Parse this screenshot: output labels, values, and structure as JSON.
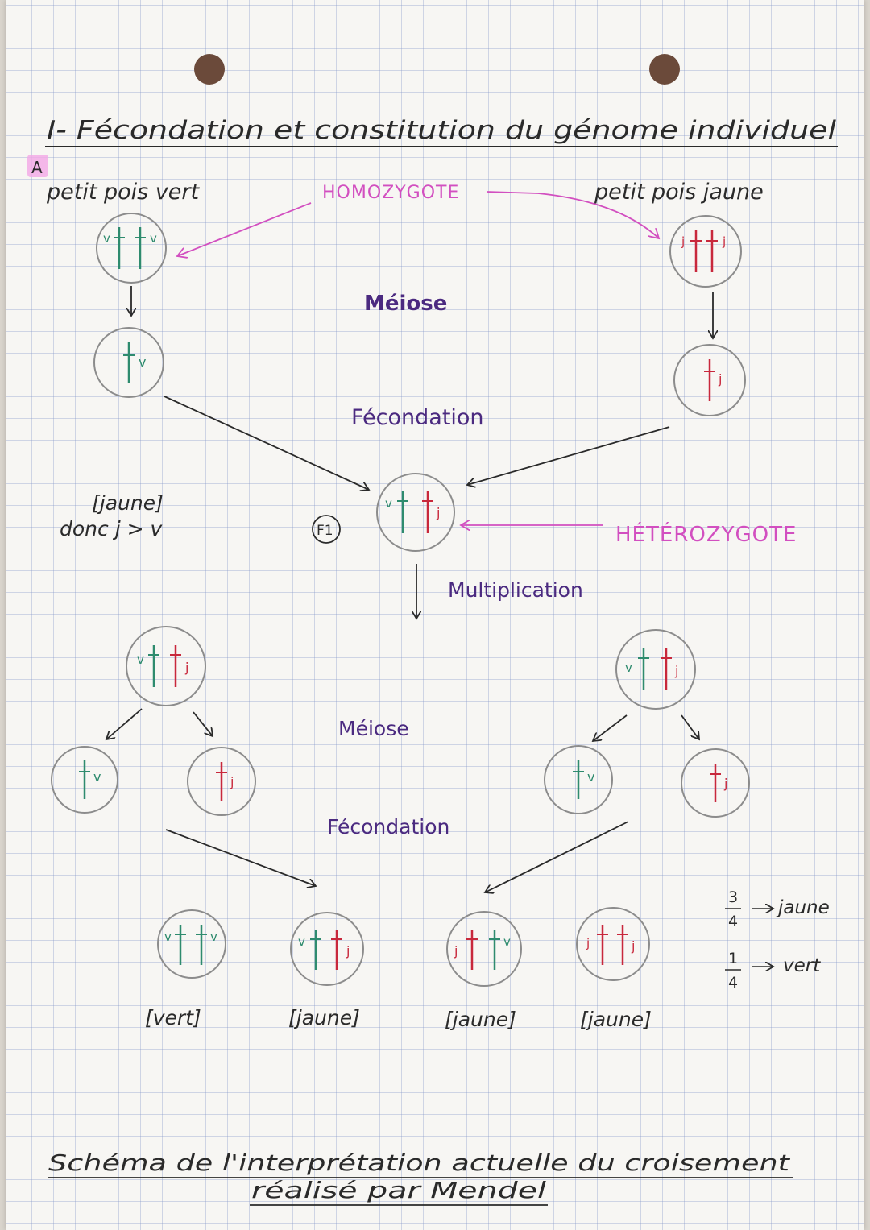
{
  "page": {
    "title": "I- Fécondation et constitution du génome individuel",
    "section_marker": "A",
    "caption_line1": "Schéma de l'interprétation actuelle du croisement",
    "caption_line2": "réalisé par Mendel"
  },
  "parents": {
    "left_label": "petit pois vert",
    "right_label": "petit pois jaune",
    "homozygote_label": "HOMOZYGOTE",
    "heterozygote_label": "HÉTÉROZYGOTE"
  },
  "steps": {
    "meiose_1": "Méiose",
    "fecondation_1": "Fécondation",
    "multiplication": "Multiplication",
    "meiose_2": "Méiose",
    "fecondation_2": "Fécondation"
  },
  "f1": {
    "label": "F1",
    "phenotype_note": "[jaune]",
    "dominance_note": "donc j > v"
  },
  "alleles": {
    "v": "v",
    "j": "j"
  },
  "offspring": {
    "phenotypes": [
      "[vert]",
      "[jaune]",
      "[jaune]",
      "[jaune]"
    ]
  },
  "ratios": {
    "yellow_fraction": "3/4",
    "yellow_num": "3",
    "yellow_den": "4",
    "yellow_label": "jaune",
    "green_fraction": "1/4",
    "green_num": "1",
    "green_den": "4",
    "green_label": "vert"
  },
  "colors": {
    "green_allele": "#2e8b6e",
    "red_allele": "#c8283c",
    "pink_annotation": "#d24fc0",
    "purple_text": "#4b2a80",
    "ink": "#2a2a2a",
    "cell_outline": "#8c8c8c"
  }
}
